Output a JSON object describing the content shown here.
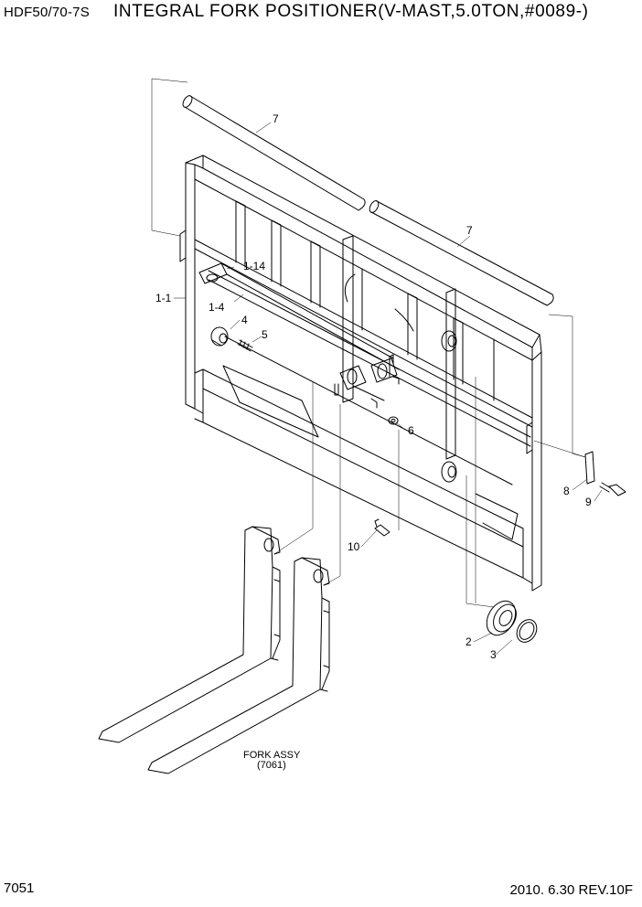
{
  "header": {
    "model": "HDF50/70-7S",
    "title": "INTEGRAL FORK POSITIONER(V-MAST,5.0TON,#0089-)"
  },
  "footer": {
    "page_number": "7051",
    "date_rev": "2010. 6.30  REV.10F"
  },
  "callouts": {
    "c1_1": "1-1",
    "c1_14": "1-14",
    "c1_4": "1-4",
    "c2": "2",
    "c3": "3",
    "c4": "4",
    "c5": "5",
    "c6": "6",
    "c7a": "7",
    "c7b": "7",
    "c8": "8",
    "c9": "9",
    "c10": "10"
  },
  "fork_note": {
    "line1": "FORK ASSY",
    "line2": "(7061)"
  }
}
